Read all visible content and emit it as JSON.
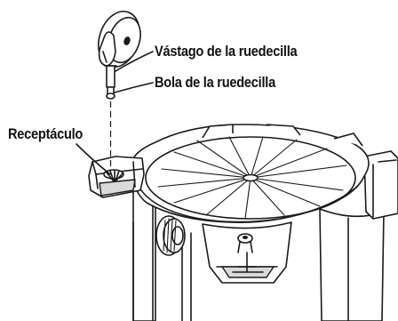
{
  "labels": {
    "caster_stem": "Vástago de la ruedecilla",
    "caster_ball": "Bola de la ruedecilla",
    "socket": "Receptáculo"
  }
}
